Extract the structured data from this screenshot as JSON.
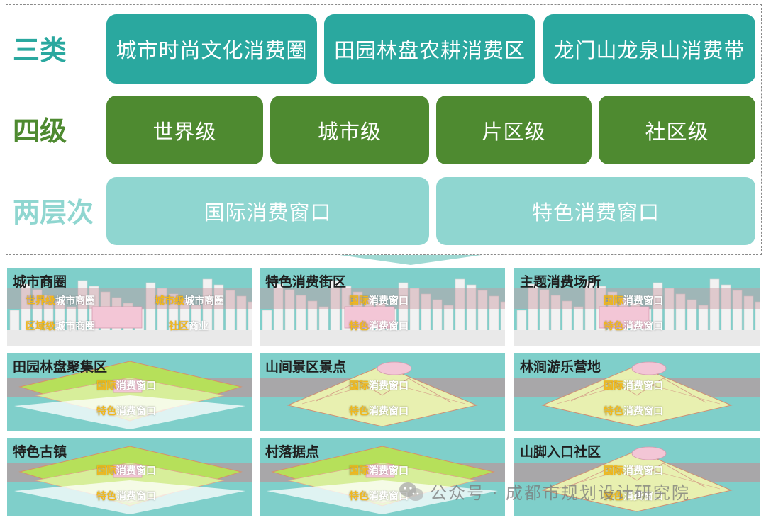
{
  "rows": {
    "three": {
      "label": "三类",
      "label_color": "#2aa89f",
      "items": [
        "城市时尚文化消费圈",
        "田园林盘农耕消费区",
        "龙门山龙泉山消费带"
      ]
    },
    "four": {
      "label": "四级",
      "label_color": "#4e8a30",
      "items": [
        "世界级",
        "城市级",
        "片区级",
        "社区级"
      ]
    },
    "two": {
      "label": "两层次",
      "label_color": "#8fd6d0",
      "items": [
        "国际消费窗口",
        "特色消费窗口"
      ]
    }
  },
  "cards": [
    {
      "title": "城市商圈",
      "scene": "city",
      "tags": [
        [
          "世界级",
          "城市商圈"
        ],
        [
          "城市级",
          "城市商圈"
        ],
        [
          "区域级",
          "城市商圈"
        ],
        [
          "社区",
          "商业"
        ]
      ]
    },
    {
      "title": "特色消费街区",
      "scene": "city",
      "tags": [
        [
          "国际",
          "消费窗口"
        ],
        [
          "特色",
          "消费窗口"
        ]
      ]
    },
    {
      "title": "主题消费场所",
      "scene": "city",
      "tags": [
        [
          "国际",
          "消费窗口"
        ],
        [
          "特色",
          "消费窗口"
        ]
      ]
    },
    {
      "title": "田园林盘聚集区",
      "scene": "field",
      "tags": [
        [
          "国际",
          "消费窗口"
        ],
        [
          "特色",
          "消费窗口"
        ]
      ]
    },
    {
      "title": "山间景区景点",
      "scene": "mountain",
      "tags": [
        [
          "国际",
          "消费窗口"
        ],
        [
          "特色",
          "消费窗口"
        ]
      ]
    },
    {
      "title": "林涧游乐营地",
      "scene": "mountain",
      "tags": [
        [
          "国际",
          "消费窗口"
        ],
        [
          "特色",
          "消费窗口"
        ]
      ]
    },
    {
      "title": "特色古镇",
      "scene": "field",
      "tags": [
        [
          "国际",
          "消费窗口"
        ],
        [
          "特色",
          "消费窗口"
        ]
      ]
    },
    {
      "title": "村落据点",
      "scene": "field",
      "tags": [
        [
          "国际",
          "消费窗口"
        ],
        [
          "特色",
          "消费窗口"
        ]
      ]
    },
    {
      "title": "山脚入口社区",
      "scene": "mountain",
      "tags": [
        [
          "国际",
          "消费窗口"
        ],
        [
          "特色",
          "消费窗口"
        ]
      ]
    }
  ],
  "watermark": "公众号 · 成都市规划设计研究院",
  "colors": {
    "teal": "#2aa89f",
    "green": "#4e8a30",
    "light_teal": "#8fd6d0",
    "tag_yellow": "#f2b81a",
    "band_pink": "#c9a3a8"
  }
}
